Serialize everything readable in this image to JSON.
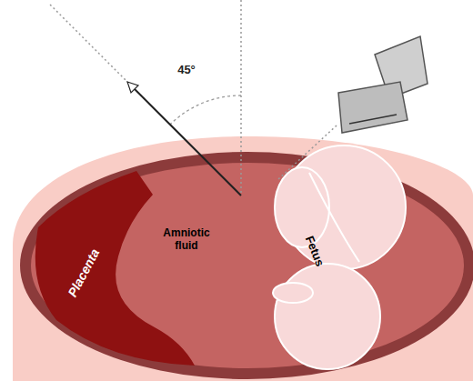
{
  "diagram": {
    "labels": [
      "45°",
      "Amniotic fluid",
      "Placenta",
      "Fetus"
    ]
  }
}
